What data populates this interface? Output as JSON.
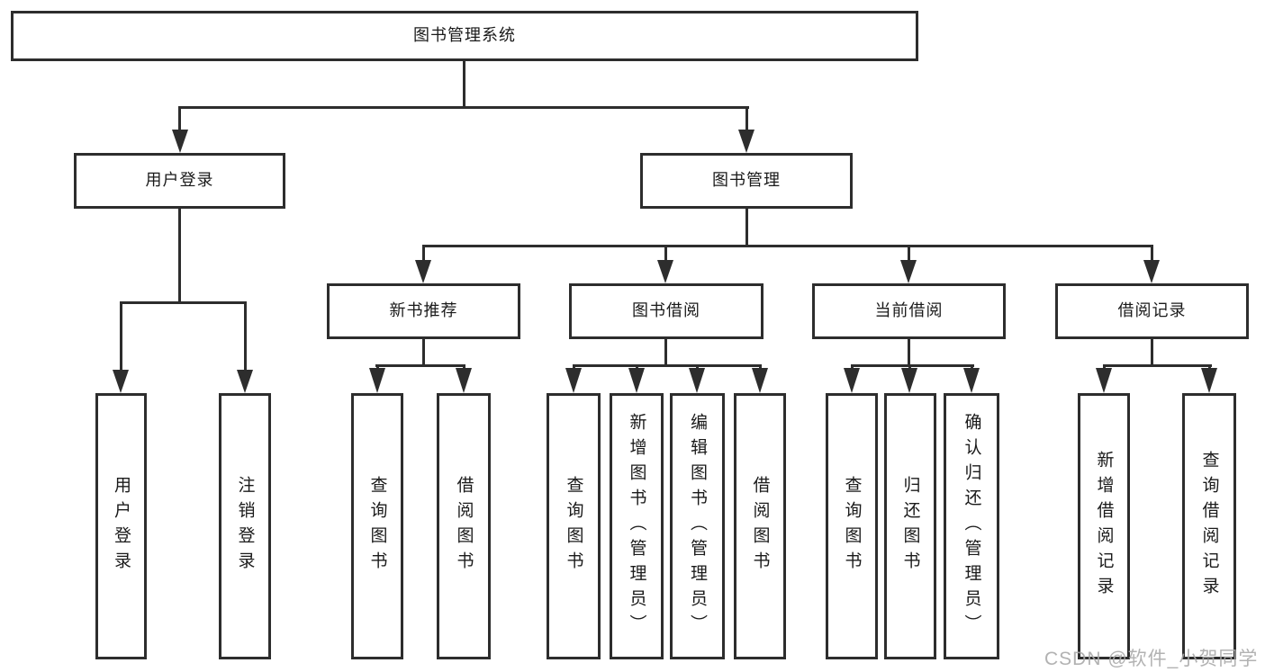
{
  "colors": {
    "line": "#2d2d2d",
    "text": "#1a1a1a",
    "watermark": "#aaaaaa"
  },
  "watermark": "CSDN @软件_小贺同学",
  "tree": {
    "root": "图书管理系统",
    "children": [
      {
        "label": "用户登录",
        "children": [
          "用户登录",
          "注销登录"
        ]
      },
      {
        "label": "图书管理",
        "children": [
          {
            "label": "新书推荐",
            "children": [
              "查询图书",
              "借阅图书"
            ]
          },
          {
            "label": "图书借阅",
            "children": [
              "查询图书",
              "新增图书（管理员）",
              "编辑图书（管理员）",
              "借阅图书"
            ]
          },
          {
            "label": "当前借阅",
            "children": [
              "查询图书",
              "归还图书",
              "确认归还（管理员）"
            ]
          },
          {
            "label": "借阅记录",
            "children": [
              "新增借阅记录",
              "查询借阅记录"
            ]
          }
        ]
      }
    ]
  }
}
